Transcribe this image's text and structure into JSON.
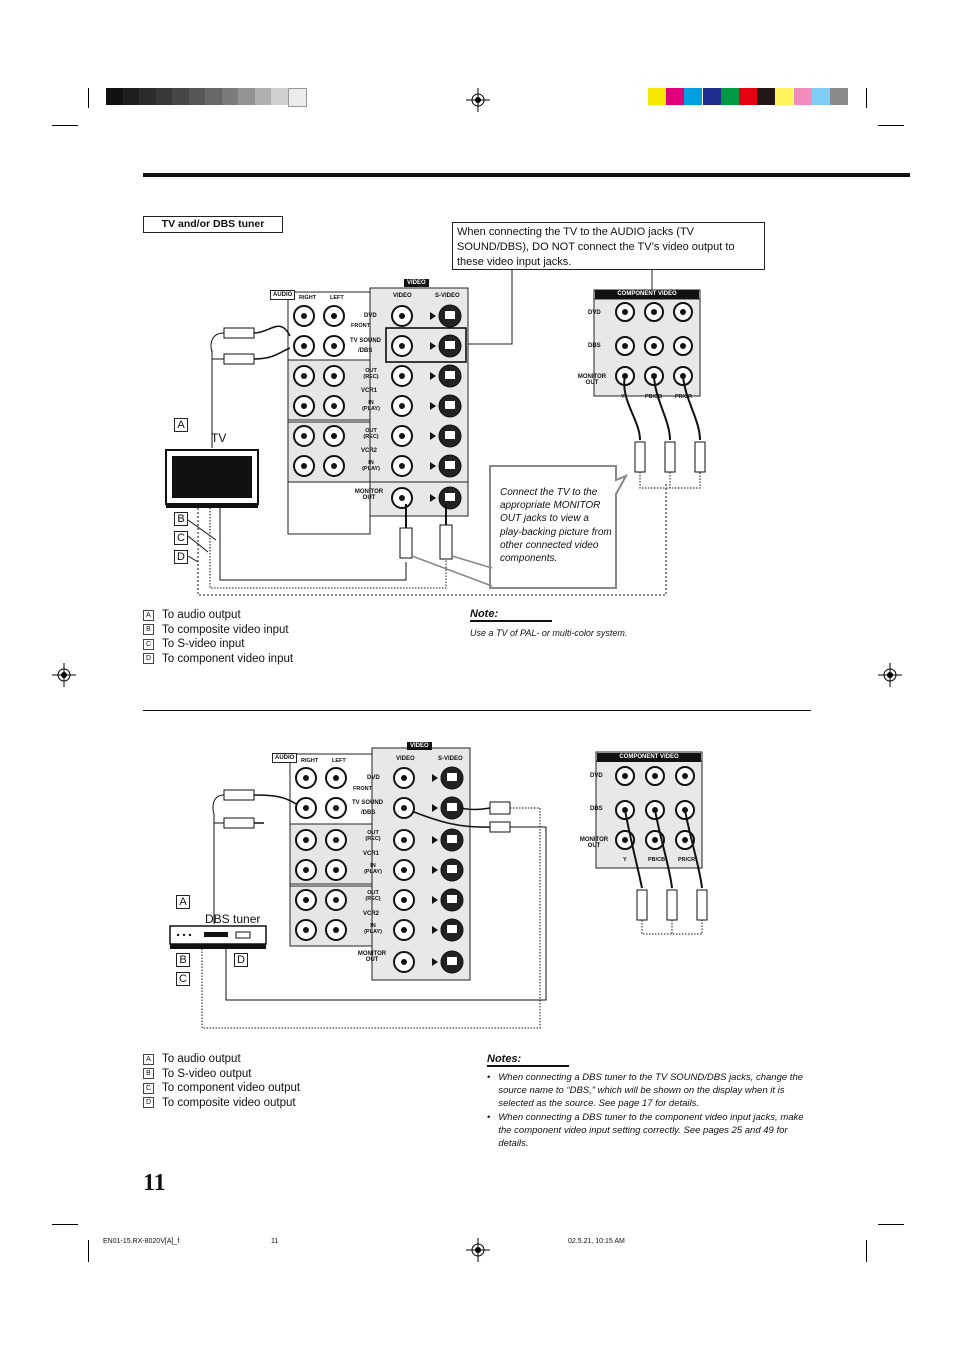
{
  "registration": {
    "left_swatches": [
      "#111111",
      "#1e1e1e",
      "#2b2b2b",
      "#383838",
      "#474747",
      "#575757",
      "#686868",
      "#7b7b7b",
      "#939393",
      "#b0b0b0",
      "#cfcfcf",
      "#ececec"
    ],
    "right_swatches": [
      "#f5e900",
      "#e0007a",
      "#00a0e0",
      "#1f2d8f",
      "#009944",
      "#e50012",
      "#231815",
      "#fff45c",
      "#f28cbc",
      "#7dcdf4",
      "#8a8a8a"
    ]
  },
  "section1": {
    "heading_label": "TV and/or DBS tuner",
    "warning_note": "When connecting the TV to the AUDIO jacks (TV SOUND/DBS), DO NOT connect the TV’s video output to these video input jacks.",
    "callout": "Connect the TV to the appropriate MONITOR OUT jacks to view a play-backing picture from other connected video components.",
    "device_label": "TV",
    "letters": [
      "A",
      "B",
      "C",
      "D"
    ],
    "legend": [
      {
        "key": "A",
        "text": "To audio output"
      },
      {
        "key": "B",
        "text": "To composite video input"
      },
      {
        "key": "C",
        "text": "To S-video input"
      },
      {
        "key": "D",
        "text": "To component video input"
      }
    ],
    "note_title": "Note:",
    "note_text": "Use a TV of PAL- or multi-color system."
  },
  "section2": {
    "device_label": "DBS tuner",
    "letters": [
      "A",
      "B",
      "C",
      "D"
    ],
    "legend": [
      {
        "key": "A",
        "text": "To audio output"
      },
      {
        "key": "B",
        "text": "To S-video output"
      },
      {
        "key": "C",
        "text": "To component video output"
      },
      {
        "key": "D",
        "text": "To composite video output"
      }
    ],
    "notes_title": "Notes:",
    "notes": [
      "When connecting a DBS tuner to the TV SOUND/DBS jacks, change the source name to “DBS,” which will be shown on the display when it is selected as the source. See page 17 for details.",
      "When connecting a DBS tuner to the component video input jacks, make the component video input setting correctly. See pages 25 and 49 for details."
    ]
  },
  "panel": {
    "audio": "AUDIO",
    "right": "RIGHT",
    "left": "LEFT",
    "video_tag": "VIDEO",
    "video_col": "VIDEO",
    "svideo_col": "S-VIDEO",
    "dvd": "DVD",
    "front": "FRONT",
    "tv_sound": "TV SOUND",
    "dbs_line": "/DBS",
    "out_rec": "OUT (REC)",
    "vcr1": "VCR1",
    "in_play": "IN (PLAY)",
    "vcr2": "VCR2",
    "monitor_out": "MONITOR OUT",
    "comp_video": "COMPONENT VIDEO",
    "comp_dvd": "DVD",
    "comp_dbs": "DBS",
    "comp_monitor": "MONITOR OUT",
    "y": "Y",
    "pb": "PB/CB",
    "pr": "PR/CR"
  },
  "footer": {
    "page_number": "11",
    "file": "EN01-15.RX-8020V[A]_f",
    "page_small": "11",
    "timestamp": "02.5.21, 10:15 AM"
  }
}
